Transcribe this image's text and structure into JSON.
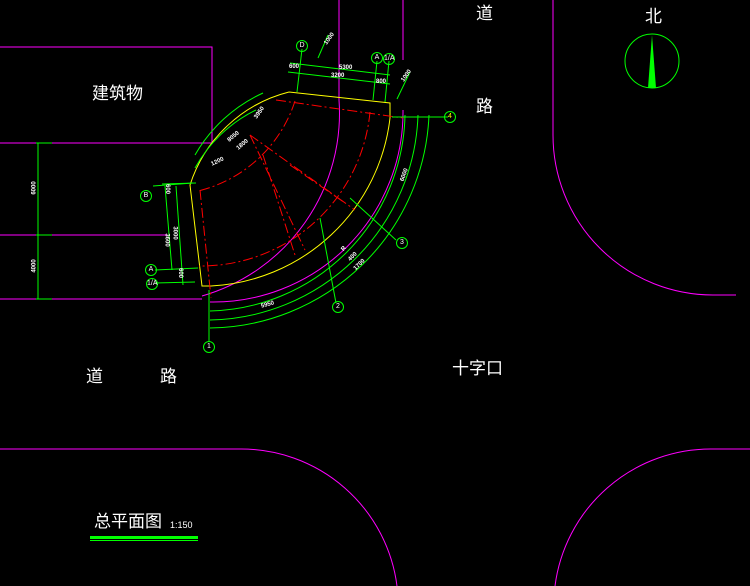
{
  "drawing": {
    "title": "总平面图",
    "scale": "1:150",
    "building_label": "建筑物",
    "north_label": "北",
    "road_top_chars": [
      "道",
      "路"
    ],
    "road_left_chars": [
      "道",
      "路"
    ],
    "intersection_label": "十字口",
    "colors": {
      "background": "#000000",
      "road_edge": "#ff00ff",
      "dimension": "#00ff00",
      "outline": "#ffff00",
      "axis_line": "#ff0000",
      "text": "#ffffff"
    }
  },
  "axis_markers": {
    "top_D": "D",
    "top_A": "A",
    "top_A1": "1/A",
    "right_4": "4",
    "left_B": "B",
    "left_A": "A",
    "left_1A": "1/A",
    "radial_3": "3",
    "radial_2": "2",
    "bottom_1": "1"
  },
  "dimensions": {
    "top_1000_a": "1000",
    "top_600": "600",
    "top_5300": "5300",
    "top_3200": "3200",
    "top_800": "800",
    "top_1000_b": "1000",
    "arc_3950": "3950",
    "arc_8050": "8050",
    "arc_1800": "1800",
    "arc_1200": "1200",
    "left_600": "600",
    "left_3000": "3000",
    "left_3600": "3600",
    "left_600b": "600",
    "right_6000": "6000",
    "radial_r": "R",
    "radial_400": "400",
    "radial_1700": "1700",
    "bottom_5950": "5950",
    "building_6000": "6000",
    "building_4000": "4000"
  }
}
